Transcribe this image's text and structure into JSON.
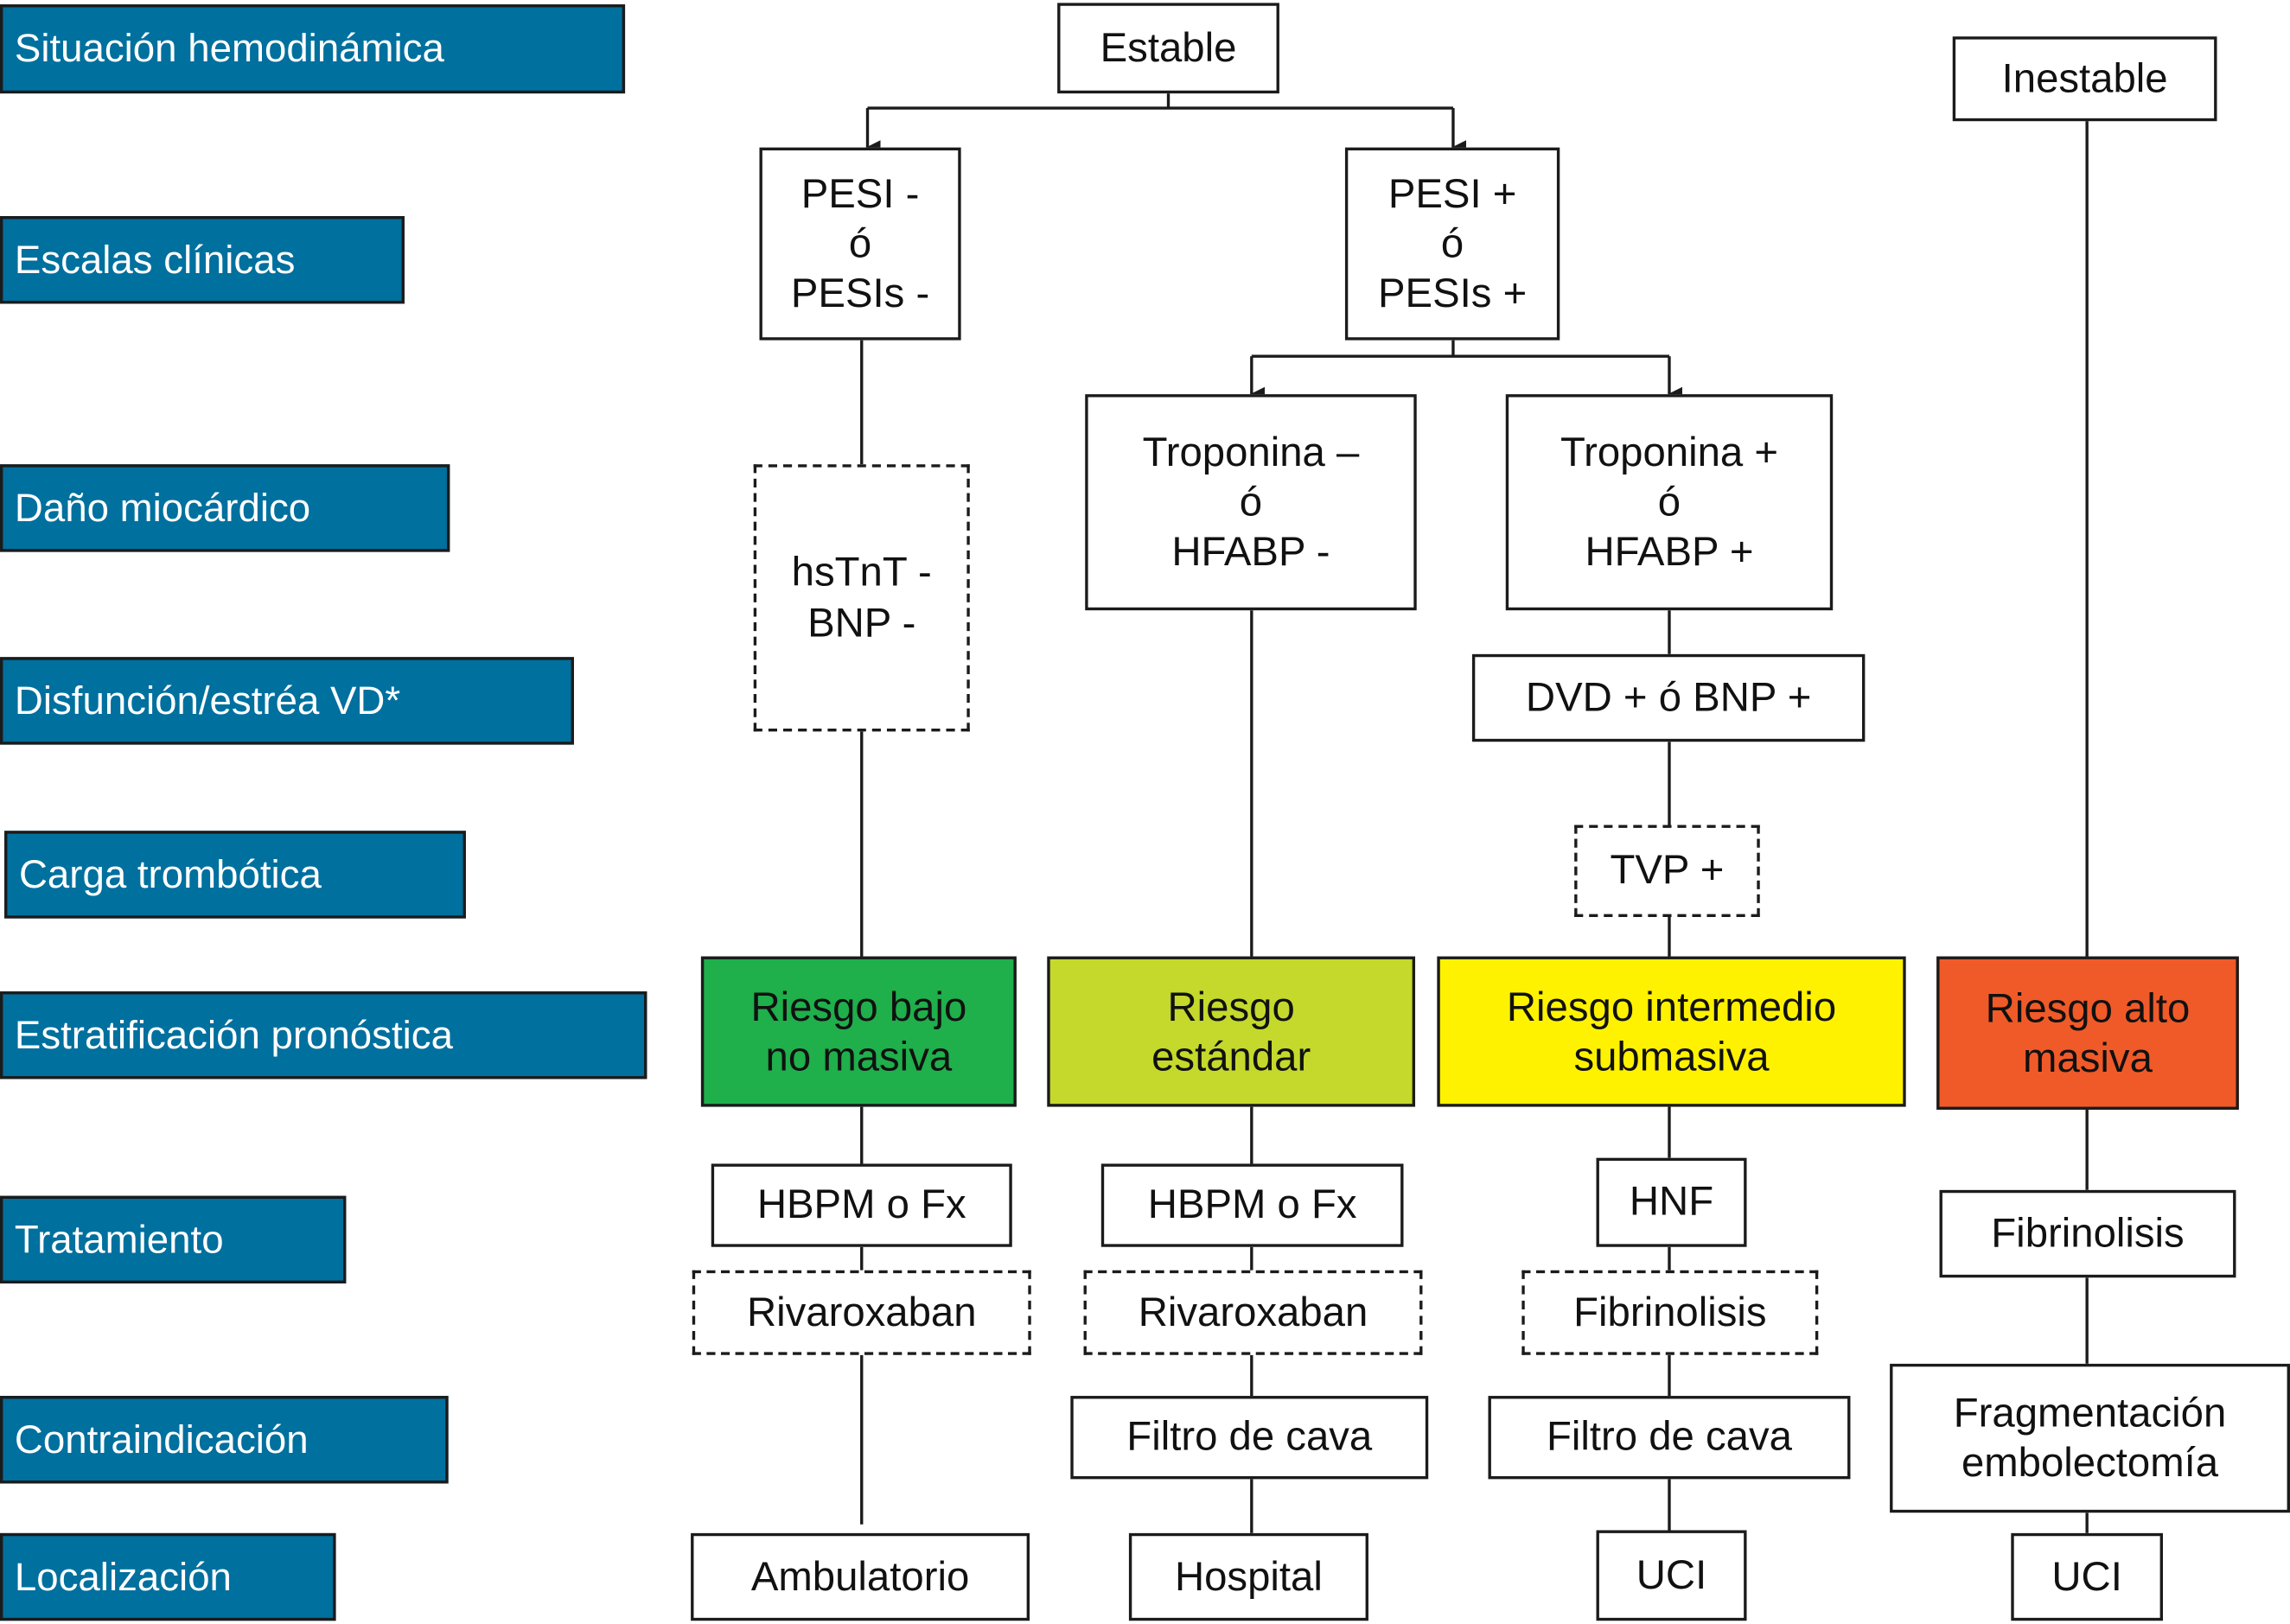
{
  "colors": {
    "label_bg": "#00709e",
    "risk_low": "#1faf4b",
    "risk_standard": "#c4d92b",
    "risk_intermediate": "#fff200",
    "risk_high": "#f05a28"
  },
  "row_labels": [
    "Situación hemodinámica",
    "Escalas clínicas",
    "Daño miocárdico",
    "Disfunción/estréa VD*",
    "Carga trombótica",
    "Estratificación pronóstica",
    "Tratamiento",
    "Contraindicación",
    "Localización"
  ],
  "hemodynamic": {
    "stable": "Estable",
    "unstable": "Inestable"
  },
  "scales": {
    "negative": [
      "PESI -",
      "ó",
      "PESIs -"
    ],
    "positive": [
      "PESI +",
      "ó",
      "PESIs +"
    ]
  },
  "myocardial": {
    "low": [
      "hsTnT -",
      "BNP -"
    ],
    "negative": [
      "Troponina –",
      "ó",
      "HFABP -"
    ],
    "positive": [
      "Troponina +",
      "ó",
      "HFABP +"
    ]
  },
  "rv": "DVD + ó BNP +",
  "thrombotic": "TVP +",
  "risk": {
    "low": [
      "Riesgo bajo",
      "no masiva"
    ],
    "standard": [
      "Riesgo",
      "estándar"
    ],
    "intermediate": [
      "Riesgo intermedio",
      "submasiva"
    ],
    "high": [
      "Riesgo alto",
      "masiva"
    ]
  },
  "treatment": {
    "low_main": "HBPM o Fx",
    "low_alt": "Rivaroxaban",
    "std_main": "HBPM o Fx",
    "std_alt": "Rivaroxaban",
    "int_main": "HNF",
    "int_alt": "Fibrinolisis",
    "high_main": "Fibrinolisis"
  },
  "contraindication": {
    "std": "Filtro de cava",
    "int": "Filtro de cava",
    "high": [
      "Fragmentación",
      "embolectomía"
    ]
  },
  "location": {
    "low": "Ambulatorio",
    "std": "Hospital",
    "int": "UCI",
    "high": "UCI"
  }
}
